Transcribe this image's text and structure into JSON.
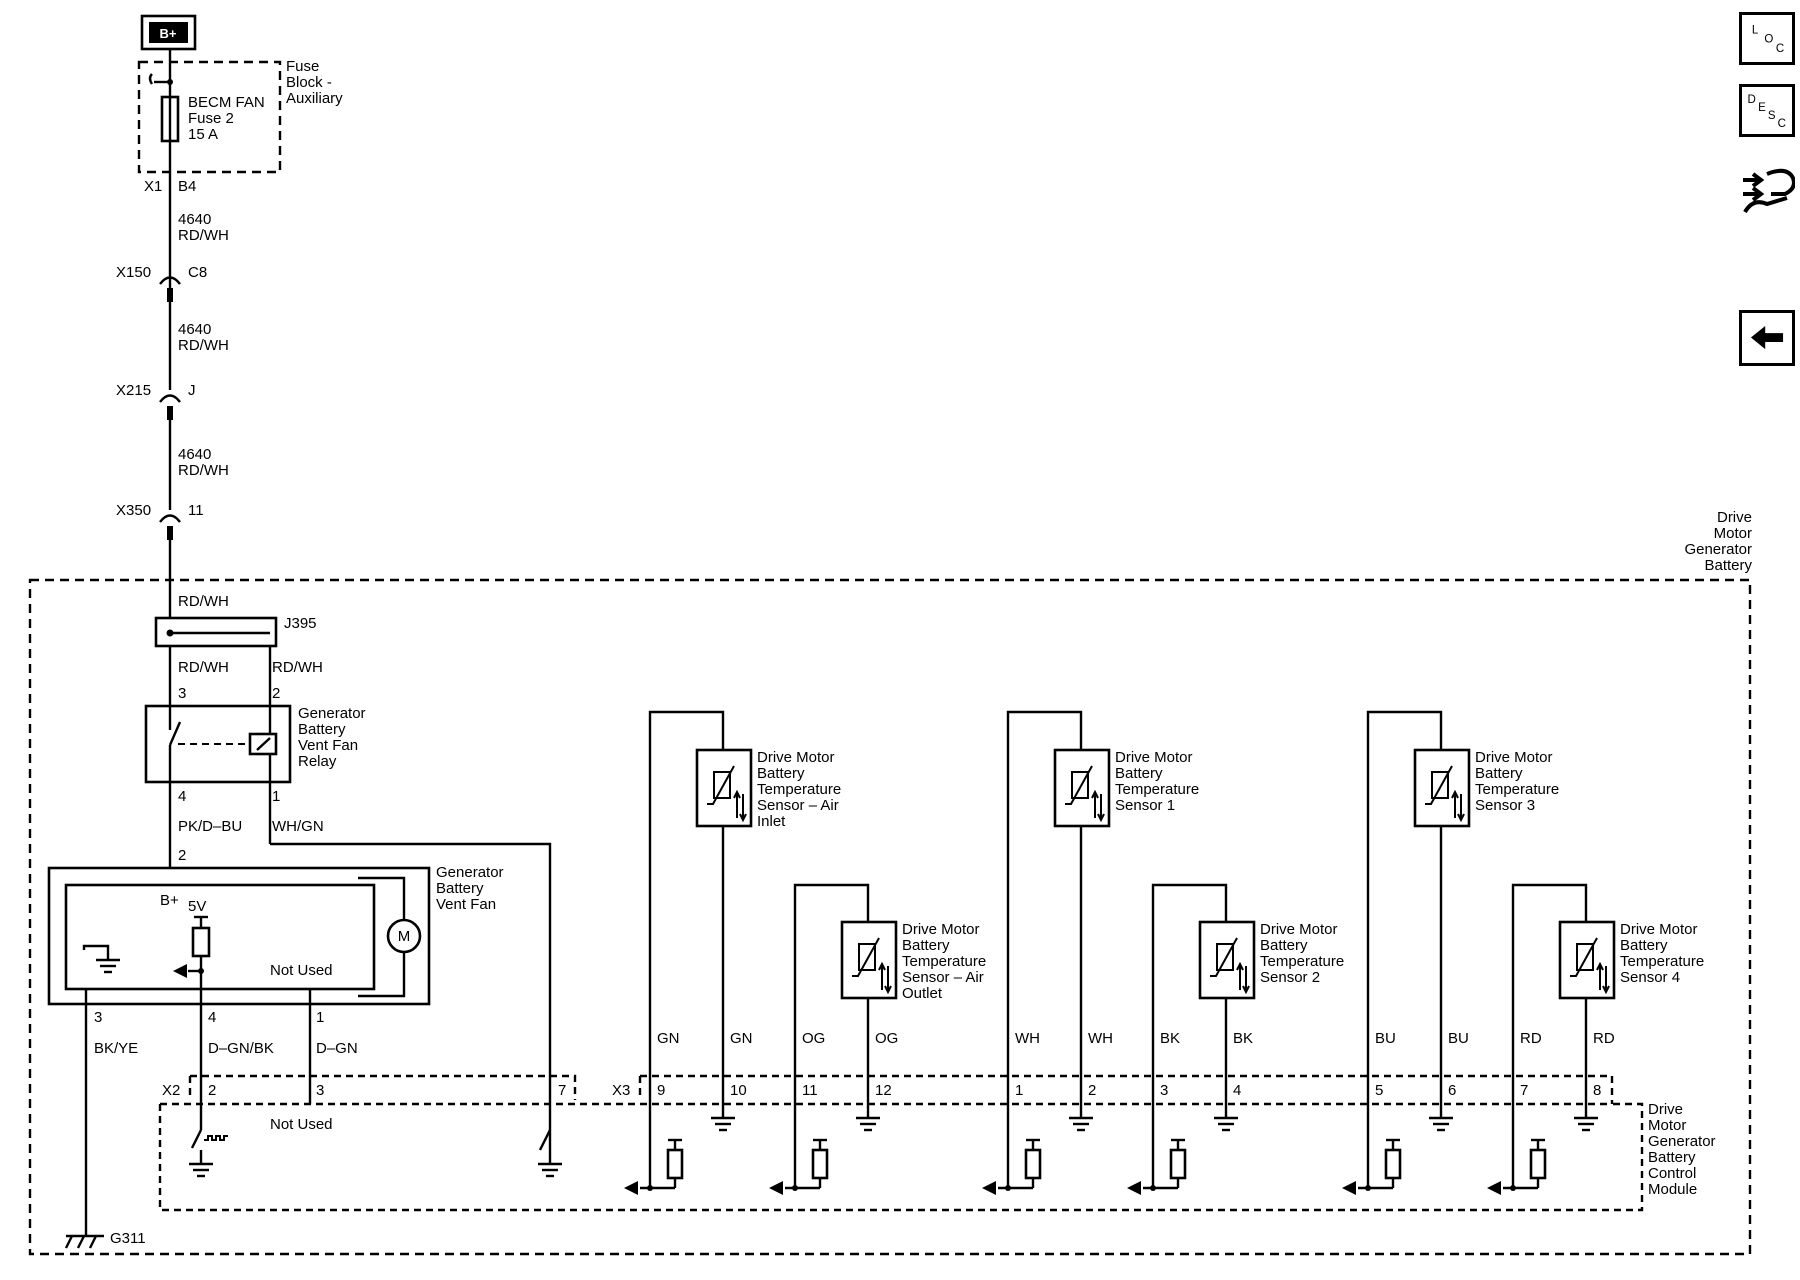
{
  "power": {
    "source": "B+"
  },
  "fuse_block": {
    "title": [
      "Fuse",
      "Block -",
      "Auxiliary"
    ],
    "fuse_lines": [
      "BECM FAN",
      "Fuse 2",
      "15 A"
    ],
    "connector": "X1",
    "pin": "B4"
  },
  "feed_segments": [
    {
      "circuit": "4640",
      "color": "RD/WH"
    },
    {
      "circuit": "4640",
      "color": "RD/WH"
    },
    {
      "circuit": "4640",
      "color": "RD/WH"
    }
  ],
  "inline_connectors": [
    {
      "name": "X150",
      "pin": "C8"
    },
    {
      "name": "X215",
      "pin": "J"
    },
    {
      "name": "X350",
      "pin": "11"
    }
  ],
  "battery_title": [
    "Drive",
    "Motor",
    "Generator",
    "Battery"
  ],
  "splice": {
    "name": "J395",
    "in_color": "RD/WH",
    "out_left": "RD/WH",
    "out_right": "RD/WH"
  },
  "relay": {
    "title": [
      "Generator",
      "Battery",
      "Vent Fan",
      "Relay"
    ],
    "pin_top_left": "3",
    "pin_top_right": "2",
    "pin_bottom_left": "4",
    "pin_bottom_right": "1",
    "out_left_color": "PK/D–BU",
    "out_right_color": "WH/GN"
  },
  "fan": {
    "title": [
      "Generator",
      "Battery",
      "Vent Fan"
    ],
    "pin_in": "2",
    "bplus": "B+",
    "volts": "5V",
    "not_used": "Not Used",
    "motor": "M",
    "pins": [
      {
        "pin": "3",
        "color": "BK/YE"
      },
      {
        "pin": "4",
        "color": "D–GN/BK"
      },
      {
        "pin": "1",
        "color": "D–GN"
      }
    ]
  },
  "module": {
    "title": [
      "Drive",
      "Motor",
      "Generator",
      "Battery",
      "Control",
      "Module"
    ],
    "x2": "X2",
    "x2_pins": [
      "2",
      "3",
      "7"
    ],
    "not_used": "Not Used",
    "x3": "X3",
    "x3_pins": [
      "9",
      "10",
      "11",
      "12",
      "1",
      "2",
      "3",
      "4",
      "5",
      "6",
      "7",
      "8"
    ]
  },
  "ground": {
    "name": "G311"
  },
  "sensor_wires": [
    "GN",
    "GN",
    "OG",
    "OG",
    "WH",
    "WH",
    "BK",
    "BK",
    "BU",
    "BU",
    "RD",
    "RD"
  ],
  "sensors": [
    {
      "lines": [
        "Drive Motor",
        "Battery",
        "Temperature",
        "Sensor – Air",
        "Inlet"
      ]
    },
    {
      "lines": [
        "Drive Motor",
        "Battery",
        "Temperature",
        "Sensor – Air",
        "Outlet"
      ]
    },
    {
      "lines": [
        "Drive Motor",
        "Battery",
        "Temperature",
        "Sensor 1"
      ]
    },
    {
      "lines": [
        "Drive Motor",
        "Battery",
        "Temperature",
        "Sensor 2"
      ]
    },
    {
      "lines": [
        "Drive Motor",
        "Battery",
        "Temperature",
        "Sensor 3"
      ]
    },
    {
      "lines": [
        "Drive Motor",
        "Battery",
        "Temperature",
        "Sensor 4"
      ]
    }
  ],
  "nav": {
    "loc": [
      "L",
      "O",
      "C"
    ],
    "desc": [
      "D",
      "E",
      "S",
      "C"
    ],
    "icons": [
      "connector-view-icon",
      "back-arrow-icon"
    ]
  }
}
